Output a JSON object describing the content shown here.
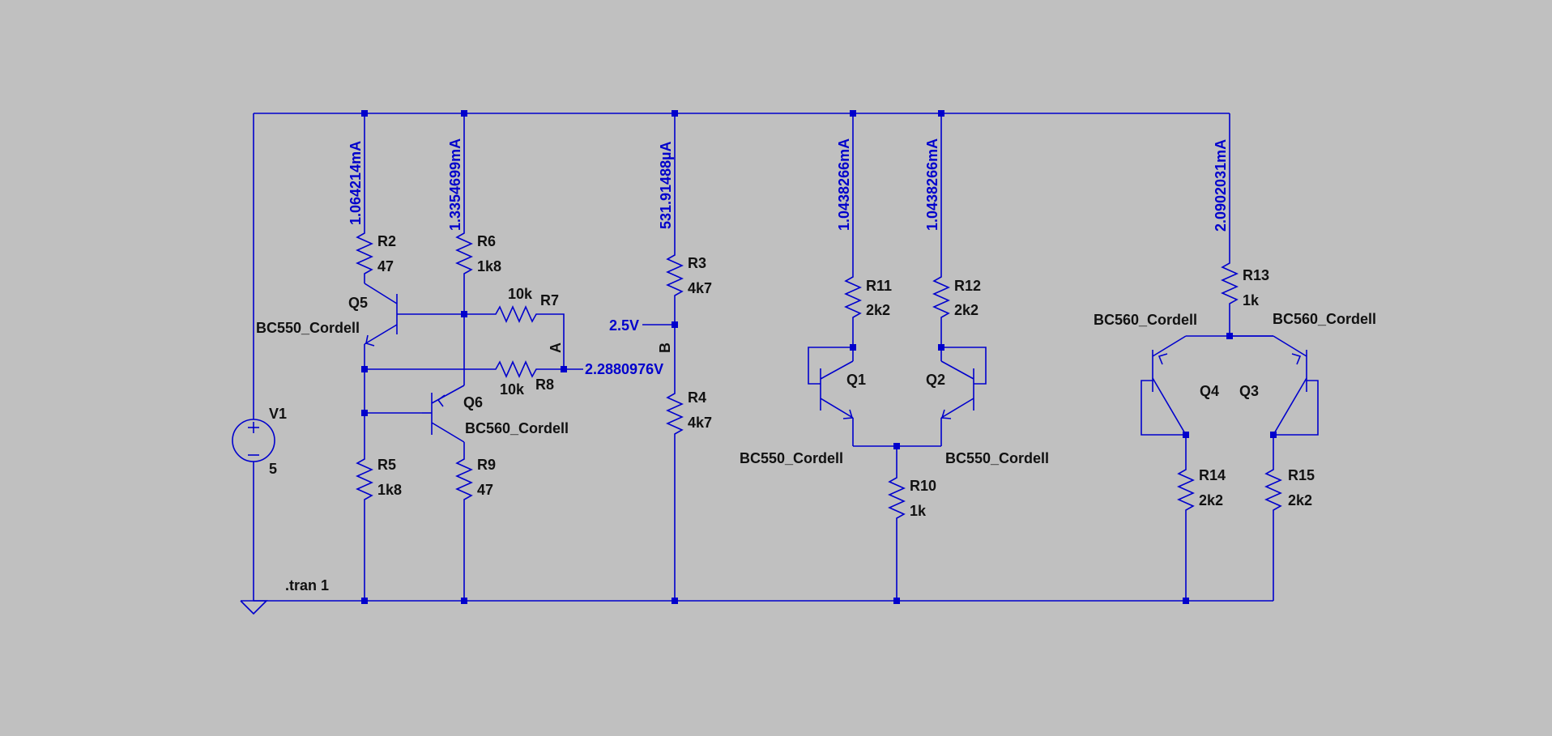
{
  "colors": {
    "background": "#c0c0c0",
    "wire": "#0000cc",
    "label": "#111111",
    "annotation": "#0000cc"
  },
  "directive": ".tran 1",
  "source": {
    "name": "V1",
    "value": "5"
  },
  "resistors": {
    "R2": {
      "name": "R2",
      "value": "47"
    },
    "R6": {
      "name": "R6",
      "value": "1k8"
    },
    "R7": {
      "name": "R7",
      "value": "10k"
    },
    "R8": {
      "name": "R8",
      "value": "10k"
    },
    "R5": {
      "name": "R5",
      "value": "1k8"
    },
    "R9": {
      "name": "R9",
      "value": "47"
    },
    "R3": {
      "name": "R3",
      "value": "4k7"
    },
    "R4": {
      "name": "R4",
      "value": "4k7"
    },
    "R11": {
      "name": "R11",
      "value": "2k2"
    },
    "R12": {
      "name": "R12",
      "value": "2k2"
    },
    "R10": {
      "name": "R10",
      "value": "1k"
    },
    "R13": {
      "name": "R13",
      "value": "1k"
    },
    "R14": {
      "name": "R14",
      "value": "2k2"
    },
    "R15": {
      "name": "R15",
      "value": "2k2"
    }
  },
  "transistors": {
    "Q5": {
      "name": "Q5",
      "model": "BC550_Cordell"
    },
    "Q6": {
      "name": "Q6",
      "model": "BC560_Cordell"
    },
    "Q1": {
      "name": "Q1",
      "model": "BC550_Cordell"
    },
    "Q2": {
      "name": "Q2",
      "model": "BC550_Cordell"
    },
    "Q4": {
      "name": "Q4",
      "model": "BC560_Cordell"
    },
    "Q3": {
      "name": "Q3",
      "model": "BC560_Cordell"
    }
  },
  "currents": {
    "r2": "1.064214mA",
    "r6": "1.3354699mA",
    "r3": "531.91488µA",
    "r11": "1.0438266mA",
    "r12": "1.0438266mA",
    "r13": "2.0902031mA"
  },
  "voltages": {
    "node_b": "2.5V",
    "node_a": "2.2880976V"
  },
  "net_labels": {
    "a": "A",
    "b": "B"
  }
}
